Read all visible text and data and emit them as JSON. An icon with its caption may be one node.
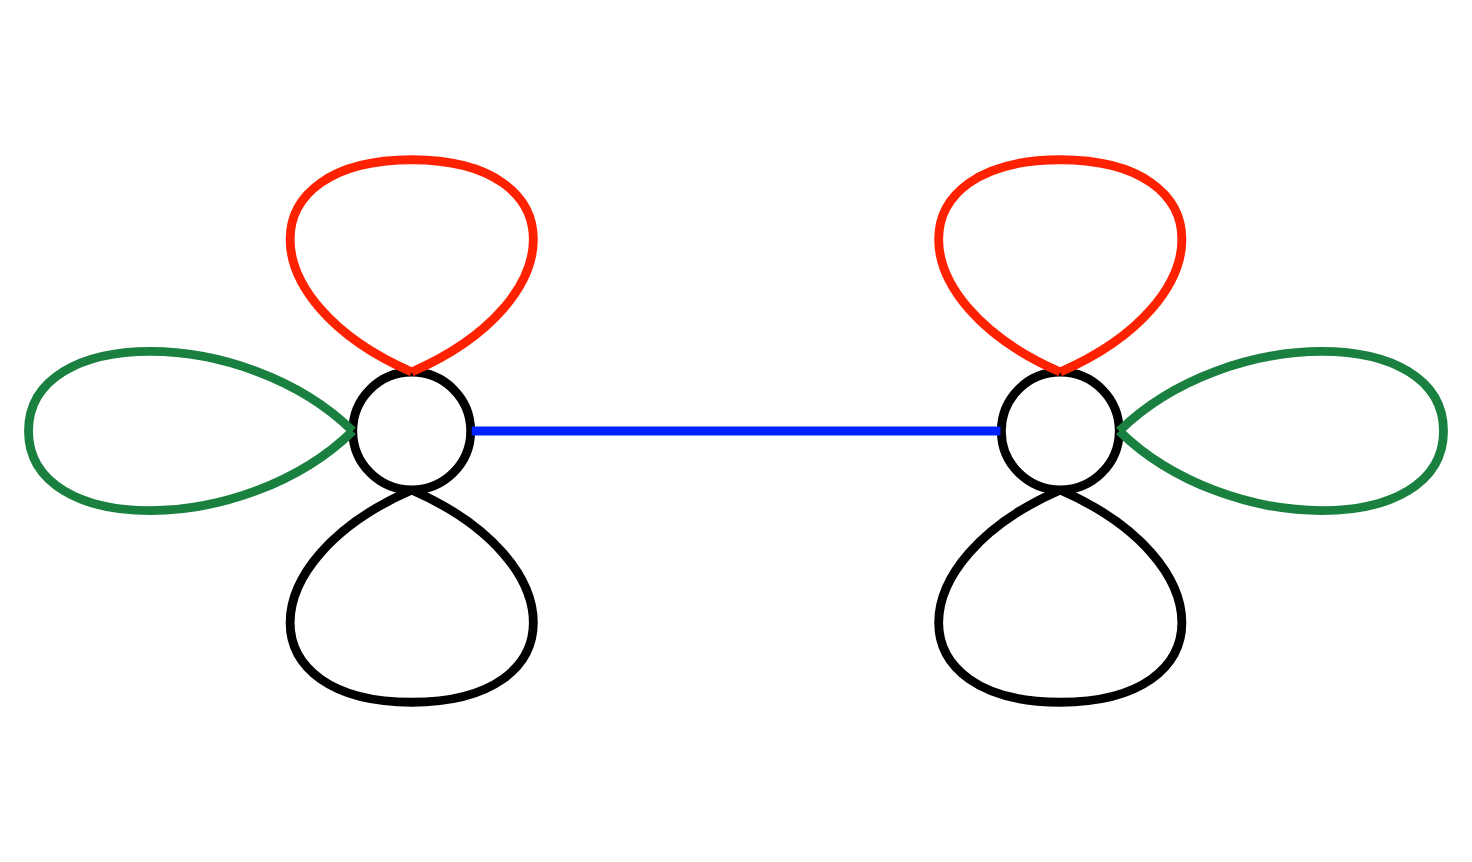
{
  "diagram": {
    "nodes": [
      {
        "text": [],
        "shape": "circle"
      },
      {
        "text": [],
        "shape": "circle"
      }
    ],
    "edges": [
      {
        "from": 0,
        "to": 0,
        "arrow": "none",
        "color": "#ff2200"
      },
      {
        "from": 0,
        "to": 0,
        "arrow": "none",
        "color": "#1a8040"
      },
      {
        "from": 0,
        "to": 0,
        "arrow": "none",
        "color": "#000000"
      },
      {
        "from": 0,
        "to": 1,
        "arrow": "none",
        "color": "#0022ff"
      },
      {
        "from": 1,
        "to": 1,
        "arrow": "none",
        "color": "#ff2200"
      },
      {
        "from": 1,
        "to": 1,
        "arrow": "none",
        "color": "#1a8040"
      },
      {
        "from": 1,
        "to": 1,
        "arrow": "none",
        "color": "#000000"
      }
    ]
  }
}
